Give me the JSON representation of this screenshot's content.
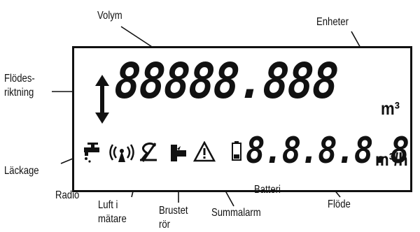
{
  "labels": {
    "volume": "Volym",
    "units": "Enheter",
    "flow_direction": "Flödes-\nriktning",
    "leakage": "Läckage",
    "radio": "Radio",
    "air_in_meter": "Luft i\nmätare",
    "burst": "Brustet\nrör",
    "sum_alarm": "Summalarm",
    "battery": "Batteri",
    "flow": "Flöde"
  },
  "display": {
    "volume_digits": "88888.888",
    "volume_decimals": "888",
    "volume_unit": "m³",
    "flow_digits": "8.8.8.8.8",
    "flow_unit": "m³/h"
  },
  "icons": [
    "flow-direction-arrow-icon",
    "leak-tap-icon",
    "radio-icon",
    "air-bubble-icon",
    "burst-pipe-icon",
    "warning-triangle-icon",
    "battery-icon"
  ],
  "colors": {
    "ink": "#111111",
    "background": "#ffffff"
  }
}
